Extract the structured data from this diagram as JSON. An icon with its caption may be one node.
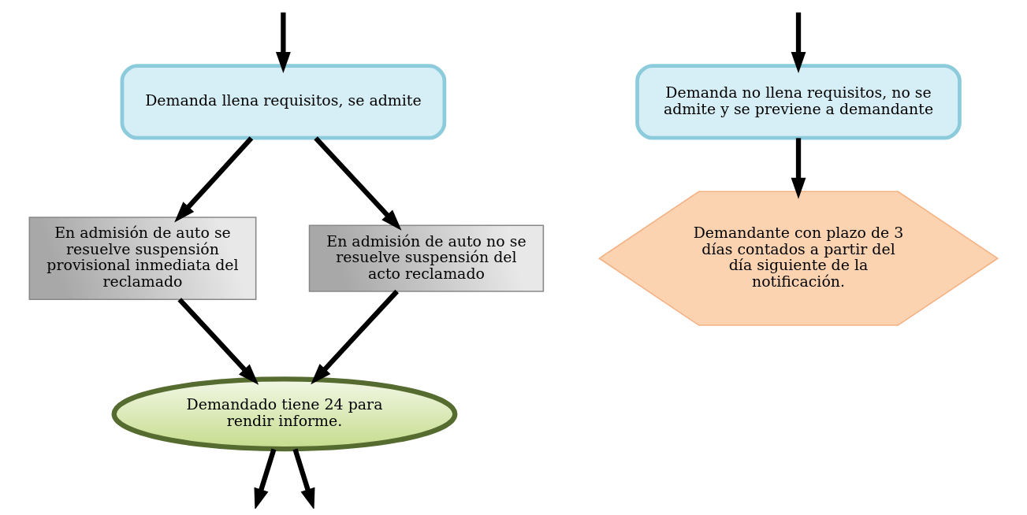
{
  "diagram": {
    "nodes": [
      {
        "text": [
          "Demanda llena requisitos, se admite"
        ]
      },
      {
        "text": [
          "Demanda no llena requisitos, no se admite y se previene a demandante"
        ]
      },
      {
        "text": [
          "En admisión de auto se resuelve suspensión provisional inmediata del reclamado"
        ]
      },
      {
        "text": [
          "En admisión de auto no se resuelve suspensión del acto reclamado"
        ]
      },
      {
        "text": [
          "Demandante con plazo de 3 días contados a partir del día siguiente de la notificación."
        ]
      },
      {
        "text": [
          "Demandado tiene 24 para rendir informe."
        ]
      }
    ],
    "edges": [
      {
        "from": null,
        "to": 0,
        "arrow": "to"
      },
      {
        "from": null,
        "to": 1,
        "arrow": "to"
      },
      {
        "from": 0,
        "to": 2,
        "arrow": "to"
      },
      {
        "from": 0,
        "to": 3,
        "arrow": "to"
      },
      {
        "from": 1,
        "to": 4,
        "arrow": "to"
      },
      {
        "from": 2,
        "to": 5,
        "arrow": "to"
      },
      {
        "from": 3,
        "to": 5,
        "arrow": "to"
      },
      {
        "from": 5,
        "to": null,
        "arrow": "to"
      },
      {
        "from": 5,
        "to": null,
        "arrow": "to"
      }
    ]
  }
}
